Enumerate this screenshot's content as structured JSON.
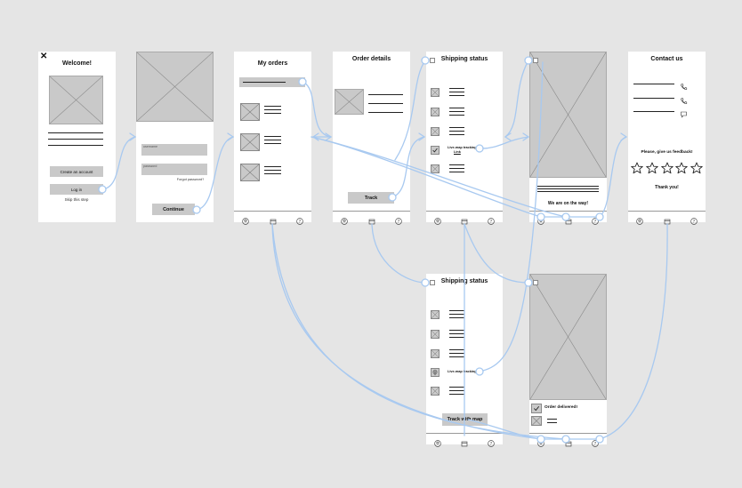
{
  "close_glyph": "✕",
  "welcome": {
    "title": "Welcome!",
    "create_account": "Create an account",
    "login": "Log in",
    "skip": "Skip this step"
  },
  "login_screen": {
    "username_label": "username",
    "password_label": "password",
    "forgot": "Forgot password?",
    "continue": "Continue"
  },
  "my_orders": {
    "title": "My orders"
  },
  "order_details": {
    "title": "Order details",
    "track": "Track"
  },
  "shipping_status": {
    "title": "Shipping status",
    "live_tracking": "Live-map tracking",
    "link": "Link"
  },
  "map_screen": {
    "on_way": "We are on the way!"
  },
  "contact": {
    "title": "Contact us",
    "feedback": "Please, give us feedback!",
    "thanks": "Thank you!"
  },
  "shipping_status_2": {
    "title": "Shipping status",
    "live_tracking": "Live-map tracking",
    "track_map": "Track with map"
  },
  "delivered_screen": {
    "delivered": "Order delivered!"
  },
  "icons": {
    "close": "close-icon",
    "profile": "profile-icon",
    "box": "package-icon",
    "help": "help-icon",
    "phone": "phone-icon",
    "chat": "chat-icon",
    "star": "star-icon",
    "check": "check-icon",
    "pin": "map-pin-icon"
  },
  "colors": {
    "canvas": "#e5e5e5",
    "connector": "#a8c9f0",
    "placeholder": "#c9c9c9"
  }
}
